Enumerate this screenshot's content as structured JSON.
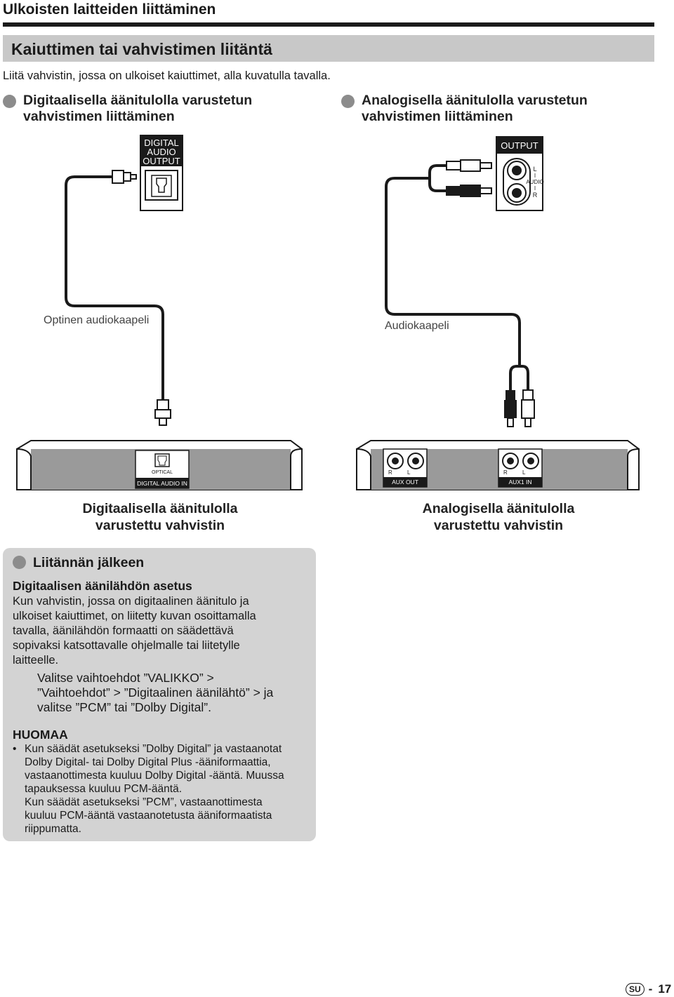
{
  "header": {
    "page_title": "Ulkoisten laitteiden liittäminen",
    "section_title": "Kaiuttimen tai vahvistimen liitäntä",
    "intro": "Liitä vahvistin, jossa on ulkoiset kaiuttimet, alla kuvatulla tavalla."
  },
  "left_column": {
    "heading_line1": "Digitaalisella äänitulolla varustetun",
    "heading_line2": "vahvistimen liittäminen",
    "device_port": [
      "DIGITAL",
      "AUDIO",
      "OUTPUT"
    ],
    "cable_label": "Optinen audiokaapeli",
    "amp_port_small": "OPTICAL",
    "amp_port_label": "DIGITAL AUDIO IN",
    "amp_caption_line1": "Digitaalisella äänitulolla",
    "amp_caption_line2": "varustettu vahvistin"
  },
  "right_column": {
    "heading_line1": "Analogisella äänitulolla varustetun",
    "heading_line2": "vahvistimen liittäminen",
    "device_port": "OUTPUT",
    "device_port_side": [
      "L",
      "I",
      "AUDIO",
      "I",
      "R"
    ],
    "cable_label": "Audiokaapeli",
    "amp_r": "R",
    "amp_l": "L",
    "amp_aux_out": "AUX OUT",
    "amp_aux1_in": "AUX1 IN",
    "amp_caption_line1": "Analogisella äänitulolla",
    "amp_caption_line2": "varustettu vahvistin"
  },
  "after_connection": {
    "heading": "Liitännän jälkeen",
    "subheading": "Digitaalisen äänilähdön asetus",
    "body_lines": [
      "Kun vahvistin, jossa on digitaalinen äänitulo ja",
      "ulkoiset kaiuttimet, on liitetty kuvan osoittamalla",
      "tavalla, äänilähdön formaatti on säädettävä",
      "sopivaksi katsottavalle ohjelmalle tai liitetylle",
      "laitteelle."
    ],
    "instruction_lines": [
      "Valitse vaihtoehdot ”VALIKKO” >",
      "”Vaihtoehdot” > ”Digitaalinen äänilähtö” > ja",
      "valitse ”PCM” tai ”Dolby Digital”."
    ],
    "note_heading": "HUOMAA",
    "note_bullet": "•",
    "note_lines": [
      "Kun säädät asetukseksi ”Dolby Digital” ja vastaanotat",
      "Dolby Digital- tai Dolby Digital Plus -ääniformaattia,",
      "vastaanottimesta kuuluu Dolby Digital -ääntä. Muussa",
      "tapauksessa kuuluu PCM-ääntä.",
      "Kun säädät asetukseksi ”PCM”, vastaanottimesta",
      "kuuluu PCM-ääntä vastaanotetusta ääniformaatista",
      "riippumatta."
    ]
  },
  "footer": {
    "lang_code": "SU",
    "separator": "-",
    "page_number": "17"
  }
}
